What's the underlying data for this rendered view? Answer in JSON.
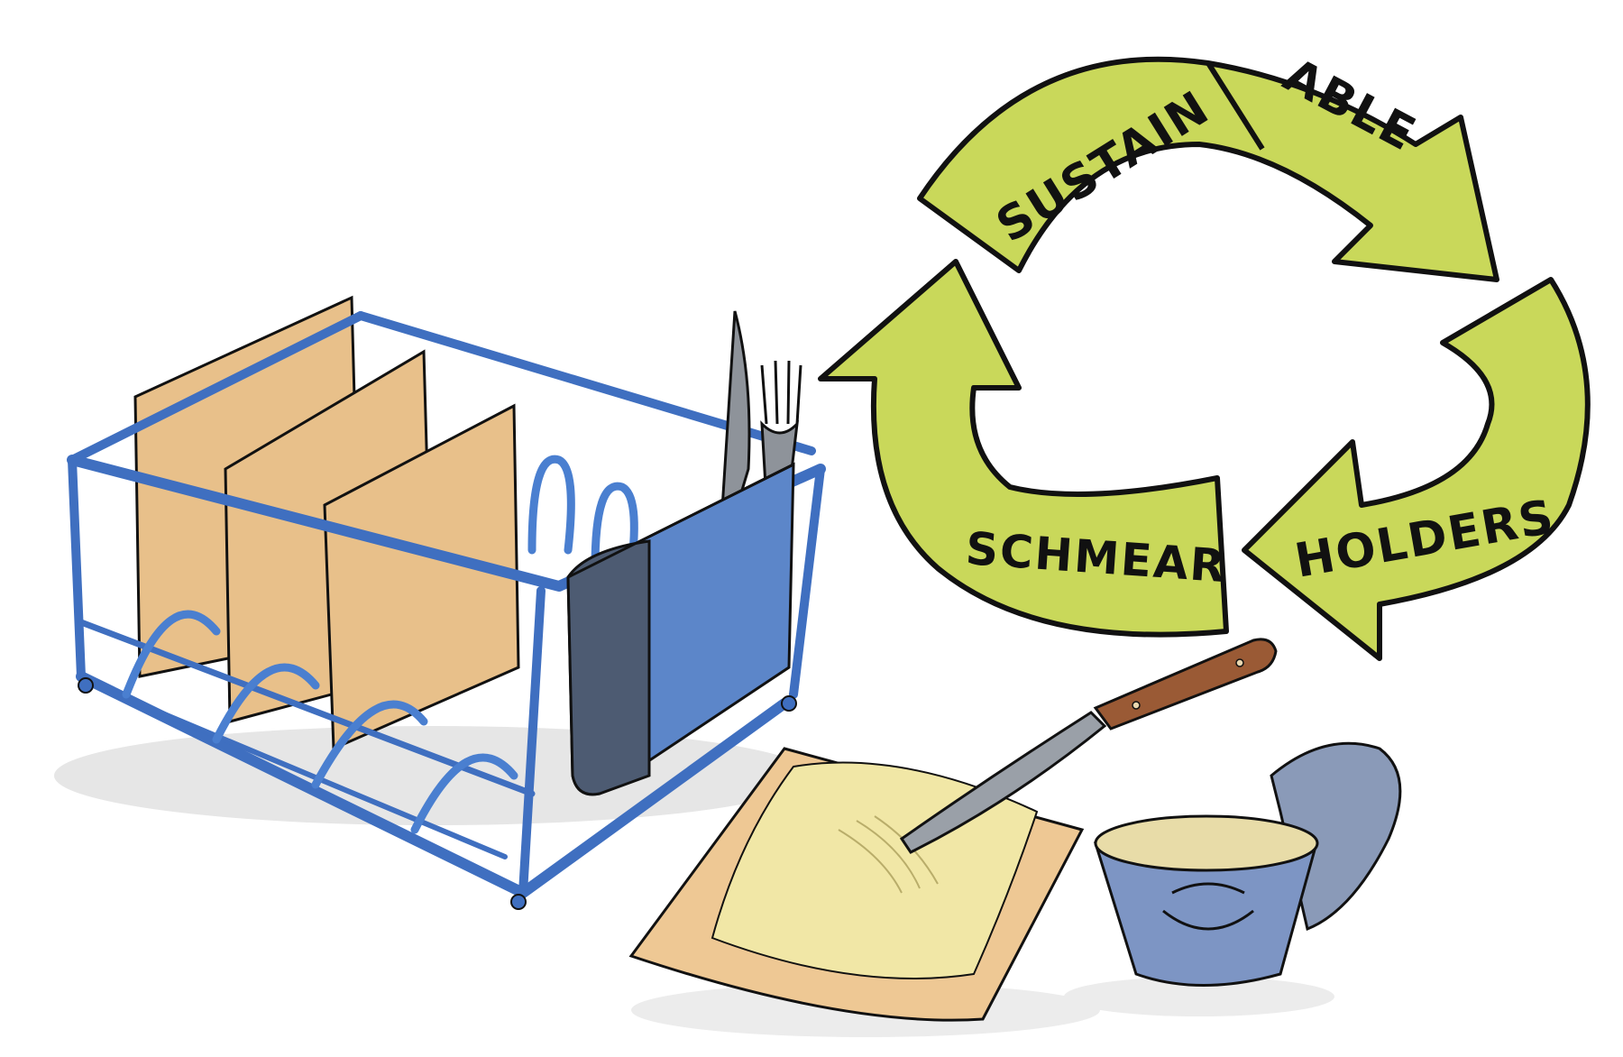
{
  "recycle_words": {
    "word1": "SUSTAIN",
    "word2": "ABLE",
    "word3": "HOLDERS",
    "word4": "SCHMEAR"
  },
  "colors": {
    "arrow_fill": "#c9d85a",
    "arrow_fill_light": "#dbe487",
    "rack_blue": "#3f6fc0",
    "holder_blue": "#5c86c9",
    "holder_dark": "#4d5b72",
    "matzah_tan": "#e8c08a",
    "matzah_spot": "#c98a4a",
    "cream_yellow": "#f1e7a6",
    "knife_handle": "#9a5a35",
    "tub_blue": "#7d95c4",
    "ink": "#111111"
  }
}
